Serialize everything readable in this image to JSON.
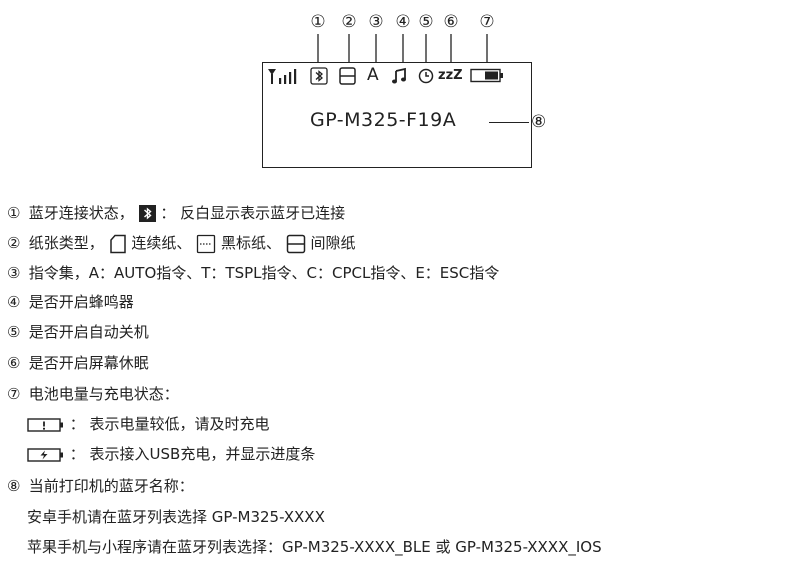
{
  "markers": [
    "①",
    "②",
    "③",
    "④",
    "⑤",
    "⑥",
    "⑦"
  ],
  "lcd": {
    "icons": {
      "signal": "signal-bars-icon",
      "bluetooth": "bluetooth-inverted-icon",
      "paper": "gap-paper-icon",
      "command_set_letter": "A",
      "buzzer": "music-note-icon",
      "auto_off": "clock-icon",
      "sleep_text": "zzZ",
      "battery": "battery-full-icon"
    },
    "model": "GP-M325-F19A",
    "callout": "⑧"
  },
  "descriptions": [
    {
      "num": "①",
      "text_before": "蓝牙连接状态，",
      "icon": "bluetooth-inverted-icon",
      "text_after": "：  反白显示表示蓝牙已连接"
    },
    {
      "num": "②",
      "text_before": "纸张类型，",
      "continuous_icon": "continuous-paper-icon",
      "continuous": " 连续纸、",
      "black_mark_icon": "black-mark-paper-icon",
      "black_mark": " 黑标纸、",
      "gap_icon": "gap-paper-icon",
      "gap": " 间隙纸"
    },
    {
      "num": "③",
      "text": "指令集，A：AUTO指令、T：TSPL指令、C：CPCL指令、E：ESC指令"
    },
    {
      "num": "④",
      "text": "是否开启蜂鸣器"
    },
    {
      "num": "⑤",
      "text": "是否开启自动关机"
    },
    {
      "num": "⑥",
      "text": "是否开启屏幕休眠"
    },
    {
      "num": "⑦",
      "text": "电池电量与充电状态："
    },
    {
      "icon": "battery-low-icon",
      "text": "：  表示电量较低，请及时充电"
    },
    {
      "icon": "battery-charging-icon",
      "text": "：  表示接入USB充电，并显示进度条"
    },
    {
      "num": "⑧",
      "text": "当前打印机的蓝牙名称："
    },
    {
      "text": "安卓手机请在蓝牙列表选择 GP-M325-XXXX"
    },
    {
      "text": "苹果手机与小程序请在蓝牙列表选择：GP-M325-XXXX_BLE 或 GP-M325-XXXX_IOS"
    }
  ]
}
